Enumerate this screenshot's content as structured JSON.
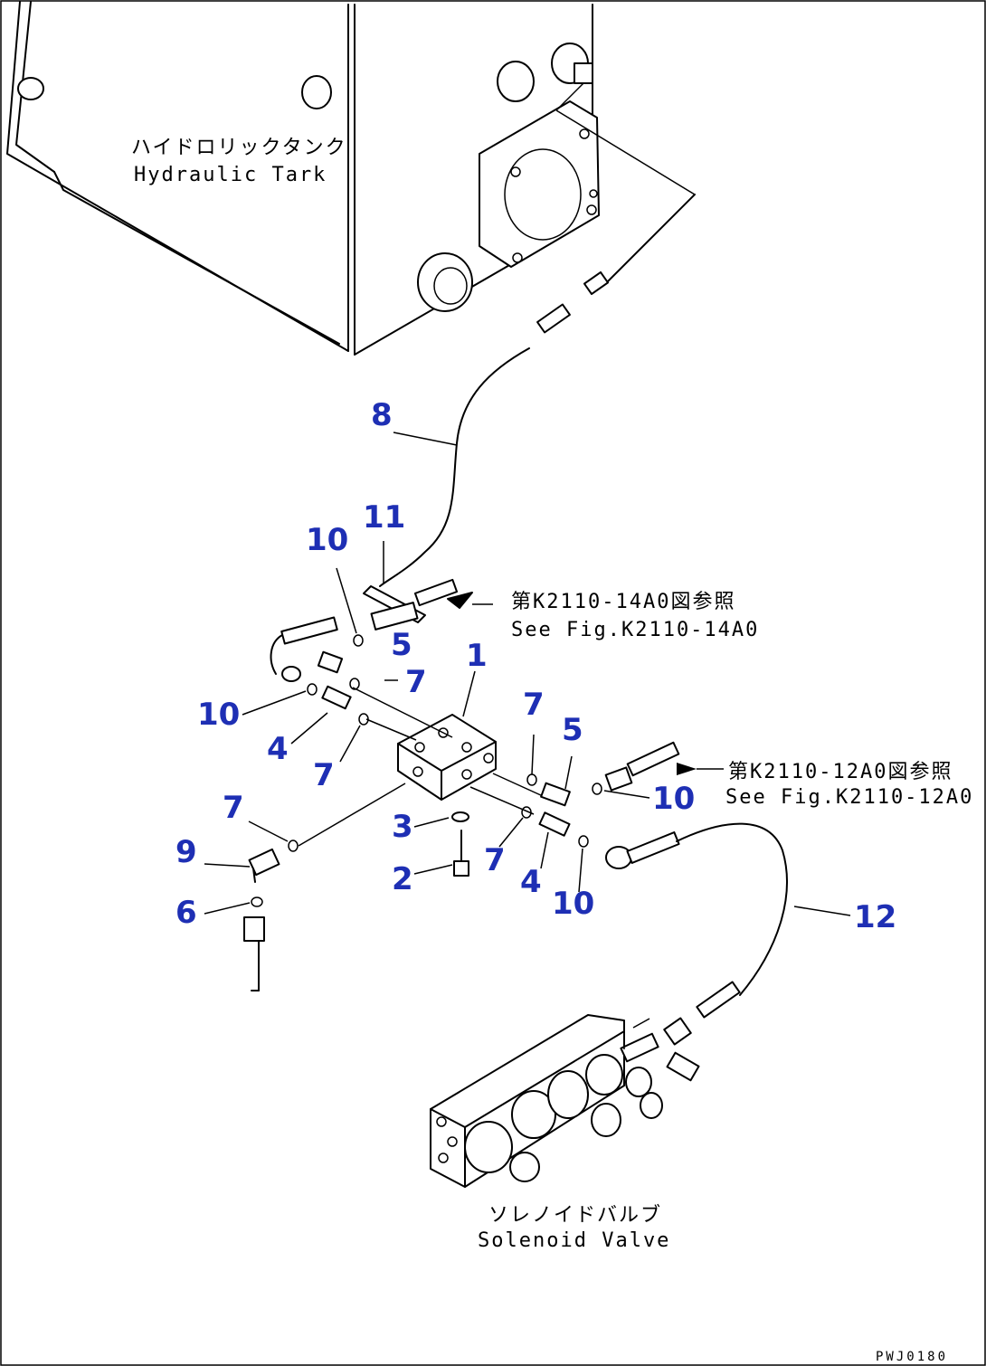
{
  "callouts": {
    "c1": "1",
    "c2": "2",
    "c3": "3",
    "c4a": "4",
    "c4b": "4",
    "c5a": "5",
    "c5b": "5",
    "c6": "6",
    "c7a": "7",
    "c7b": "7",
    "c7c": "7",
    "c7d": "7",
    "c7e": "7",
    "c8": "8",
    "c9": "9",
    "c10a": "10",
    "c10b": "10",
    "c10c": "10",
    "c10d": "10",
    "c11": "11",
    "c12": "12"
  },
  "labels": {
    "tank_jp": "ハイドロリックタンク",
    "tank_en": "Hydraulic Tark",
    "ref1_jp": "第K2110-14A0図参照",
    "ref1_en": "See Fig.K2110-14A0",
    "ref2_jp": "第K2110-12A0図参照",
    "ref2_en": "See Fig.K2110-12A0",
    "valve_jp": "ソレノイドバルブ",
    "valve_en": "Solenoid Valve",
    "drawing_code": "PWJ0180"
  },
  "colors": {
    "callout": "#1e2fb4",
    "line": "#000000",
    "background": "#ffffff"
  }
}
